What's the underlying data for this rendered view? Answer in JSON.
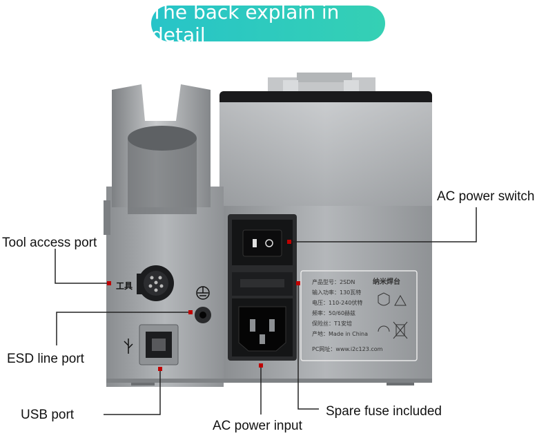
{
  "banner": {
    "title": "The back explain in detail"
  },
  "callouts": {
    "ac_power_switch": "AC power switch",
    "tool_access_port": "Tool access port",
    "esd_line_port": "ESD line port",
    "usb_port": "USB port",
    "ac_power_input": "AC power input",
    "spare_fuse": "Spare fuse included"
  },
  "device": {
    "tool_label": "工具",
    "rating_plate": {
      "brand": "纳米焊台",
      "lines": [
        "产品型号：2SDN",
        "输入功率：130瓦特",
        "电压：110-240伏特",
        "频率：50/60赫兹",
        "保险丝：T1安培",
        "产地：Made in China",
        "PC网址：www.i2c123.com"
      ]
    }
  },
  "colors": {
    "banner": "#2ccab8",
    "body": "#9fa2a5",
    "dark_panel": "#1b1c1e",
    "line": "#222222"
  }
}
